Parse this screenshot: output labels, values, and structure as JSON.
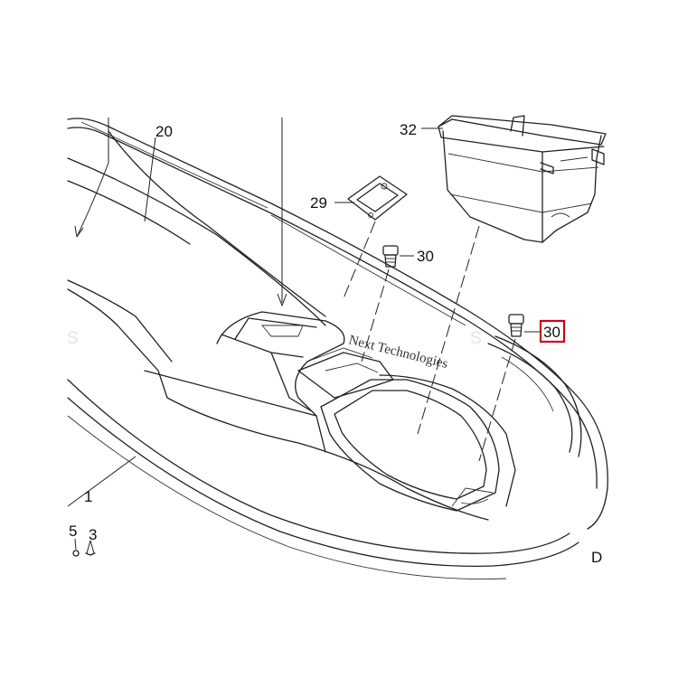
{
  "diagram": {
    "callouts": {
      "c20": "20",
      "c32": "32",
      "c29": "29",
      "c30a": "30",
      "c30b": "30",
      "c1": "1",
      "c5": "5",
      "c3": "3"
    },
    "highlight_color": "#d0021b",
    "watermark": "Next Technologies",
    "watermark_ghost": "s",
    "corner_mark": "D"
  }
}
